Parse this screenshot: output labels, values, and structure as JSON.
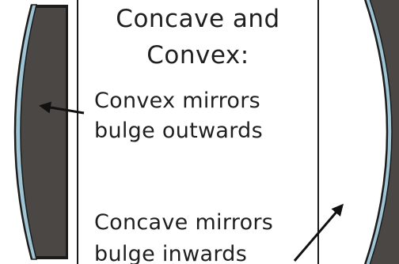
{
  "title": {
    "line1": "Concave and",
    "line2": "Convex:"
  },
  "notes": {
    "convex_line1": "Convex mirrors",
    "convex_line2": "bulge outwards",
    "concave_line1": "Concave mirrors",
    "concave_line2": "bulge inwards"
  },
  "colors": {
    "mirror_fill": "#4a4744",
    "mirror_edge": "#9fc4d3",
    "mirror_outline": "#1c1c1c",
    "text": "#1f1f1f"
  }
}
